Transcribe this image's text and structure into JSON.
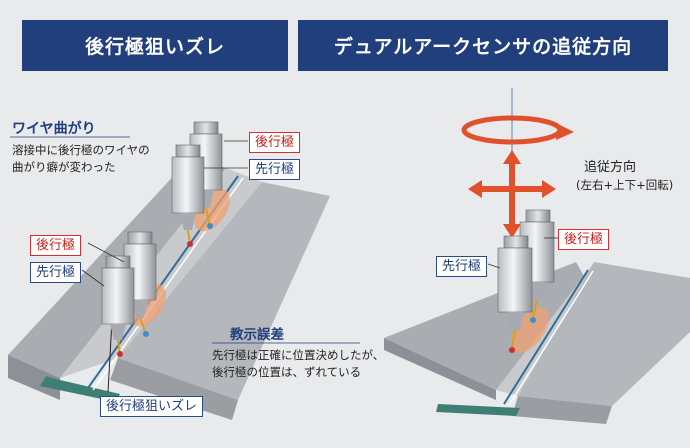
{
  "left_panel": {
    "title": "後行極狙いズレ",
    "wire_bend_heading": "ワイヤ曲がり",
    "wire_bend_note_line1": "溶接中に後行極のワイヤの",
    "wire_bend_note_line2": "曲がり癖が変わった",
    "trailing_label_top": "後行極",
    "leading_label_top": "先行極",
    "trailing_label_bottom": "後行極",
    "leading_label_bottom": "先行極",
    "teaching_error_heading": "教示誤差",
    "teaching_error_line1": "先行極は正確に位置決めしたが、",
    "teaching_error_line2": "後行極の位置は、ずれている",
    "bottom_label": "後行極狙いズレ"
  },
  "right_panel": {
    "title": "デュアルアークセンサの追従方向",
    "tracking_heading": "追従方向",
    "tracking_detail": "(左右+上下+回転)",
    "trailing_label": "後行極",
    "leading_label": "先行極"
  },
  "colors": {
    "title_bg": "#203f7c",
    "red": "#d62f2f",
    "blue": "#2a4a8a",
    "arrow": "#e0502a"
  }
}
